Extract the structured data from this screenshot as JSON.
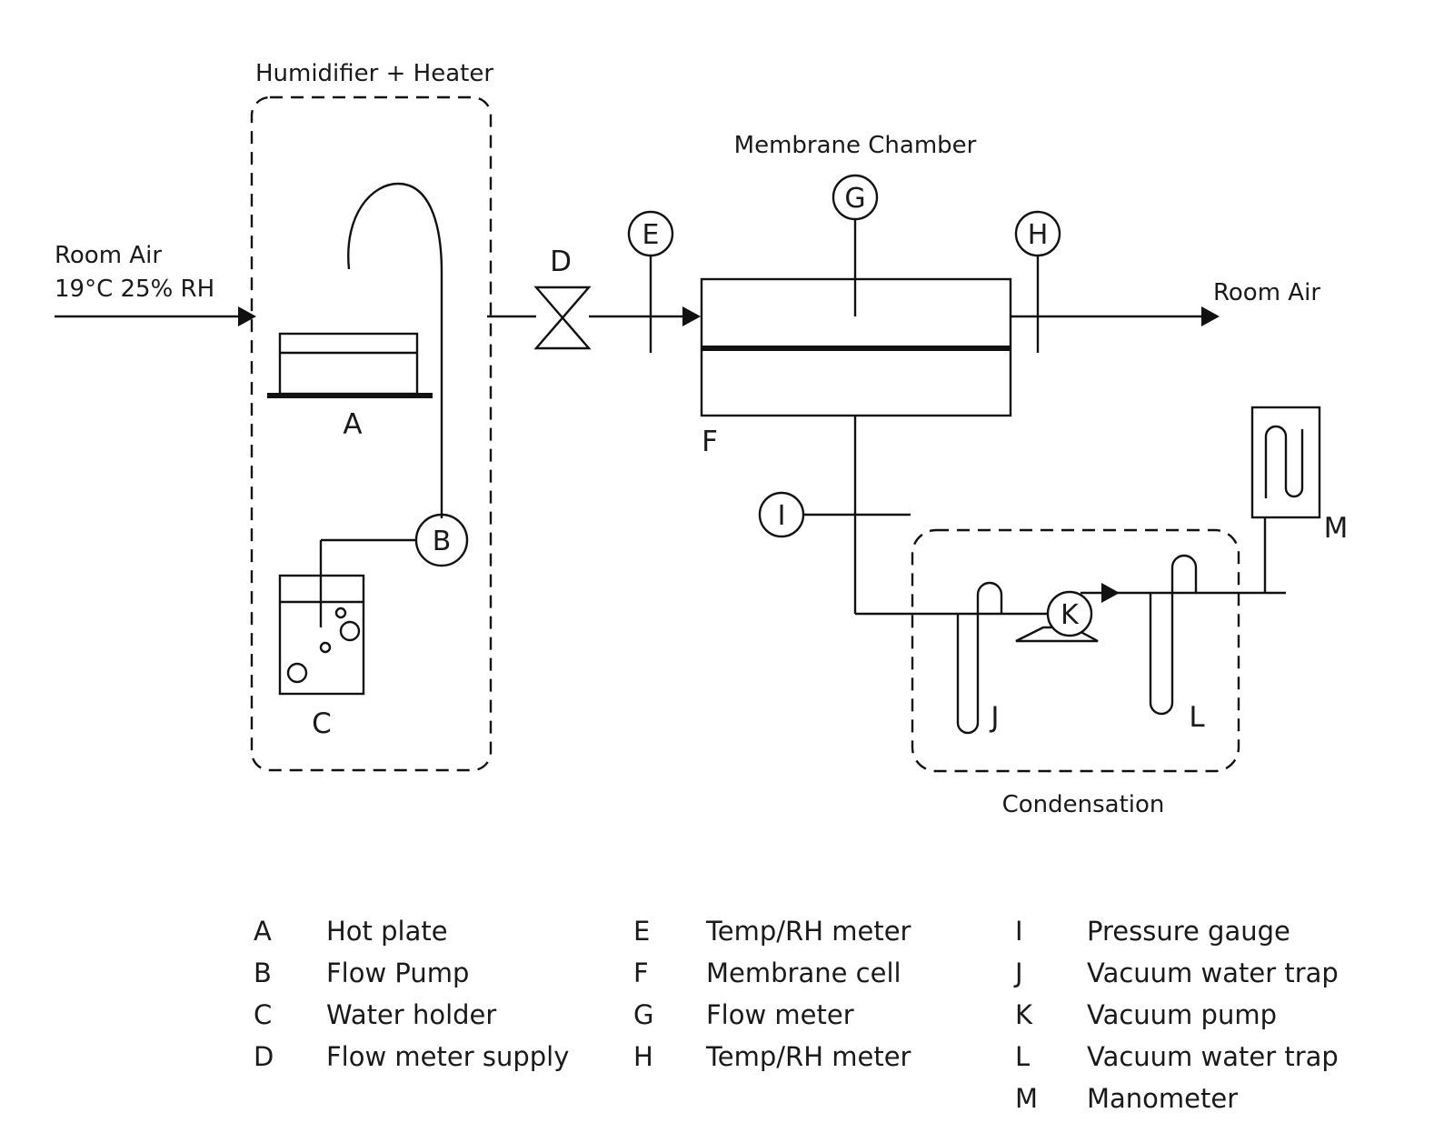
{
  "groups": {
    "humidifier": "Humidifier + Heater",
    "chamber": "Membrane Chamber",
    "condensation": "Condensation"
  },
  "inlet": {
    "line1": "Room Air",
    "line2": "19°C 25% RH"
  },
  "outlet": "Room Air",
  "components": {
    "A": "A",
    "B": "B",
    "C": "C",
    "D": "D",
    "E": "E",
    "F": "F",
    "G": "G",
    "H": "H",
    "I": "I",
    "J": "J",
    "K": "K",
    "L": "L",
    "M": "M"
  },
  "legend": [
    {
      "key": "A",
      "text": "Hot plate"
    },
    {
      "key": "B",
      "text": "Flow Pump"
    },
    {
      "key": "C",
      "text": "Water holder"
    },
    {
      "key": "D",
      "text": "Flow meter supply"
    },
    {
      "key": "E",
      "text": "Temp/RH meter"
    },
    {
      "key": "F",
      "text": "Membrane cell"
    },
    {
      "key": "G",
      "text": "Flow meter"
    },
    {
      "key": "H",
      "text": "Temp/RH meter"
    },
    {
      "key": "I",
      "text": "Pressure gauge"
    },
    {
      "key": "J",
      "text": "Vacuum water trap"
    },
    {
      "key": "K",
      "text": "Vacuum pump"
    },
    {
      "key": "L",
      "text": "Vacuum water trap"
    },
    {
      "key": "M",
      "text": "Manometer"
    }
  ]
}
